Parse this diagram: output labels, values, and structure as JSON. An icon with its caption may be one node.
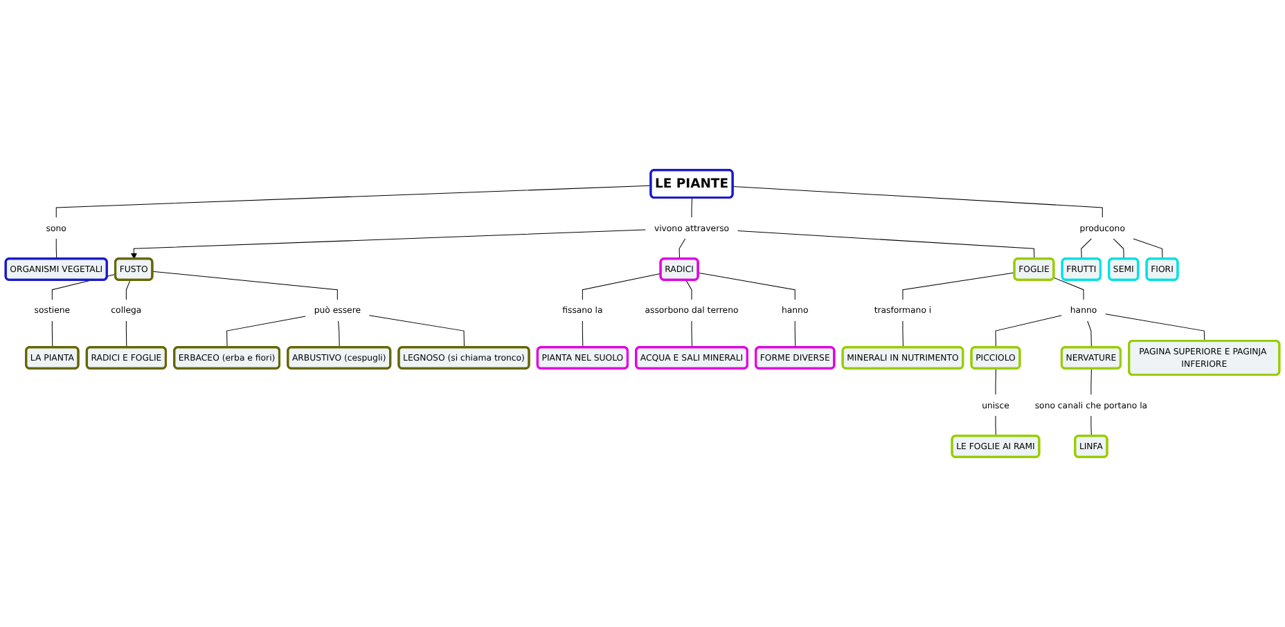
{
  "diagram": {
    "nodes": [
      {
        "text": [
          "LE PIANTE"
        ]
      },
      {
        "text": [
          "sono"
        ]
      },
      {
        "text": [
          "ORGANISMI VEGETALI"
        ]
      },
      {
        "text": [
          "vivono attraverso"
        ]
      },
      {
        "text": [
          "producono"
        ]
      },
      {
        "text": [
          "FUSTO"
        ]
      },
      {
        "text": [
          "RADICI"
        ]
      },
      {
        "text": [
          "FOGLIE"
        ]
      },
      {
        "text": [
          "FRUTTI"
        ]
      },
      {
        "text": [
          "SEMI"
        ]
      },
      {
        "text": [
          "FIORI"
        ]
      },
      {
        "text": [
          "sostiene"
        ]
      },
      {
        "text": [
          "collega"
        ]
      },
      {
        "text": [
          "può essere"
        ]
      },
      {
        "text": [
          "fissano la"
        ]
      },
      {
        "text": [
          "assorbono dal terreno"
        ]
      },
      {
        "text": [
          "hanno"
        ]
      },
      {
        "text": [
          "trasformano i"
        ]
      },
      {
        "text": [
          "hanno"
        ]
      },
      {
        "text": [
          "LA PIANTA"
        ]
      },
      {
        "text": [
          "RADICI E FOGLIE"
        ]
      },
      {
        "text": [
          "ERBACEO (erba e fiori)"
        ]
      },
      {
        "text": [
          "ARBUSTIVO (cespugli)"
        ]
      },
      {
        "text": [
          "LEGNOSO (si chiama tronco)"
        ]
      },
      {
        "text": [
          "PIANTA NEL SUOLO"
        ]
      },
      {
        "text": [
          "ACQUA E SALI MINERALI"
        ]
      },
      {
        "text": [
          "FORME DIVERSE"
        ]
      },
      {
        "text": [
          "MINERALI IN NUTRIMENTO"
        ]
      },
      {
        "text": [
          "PICCIOLO"
        ]
      },
      {
        "text": [
          "NERVATURE"
        ]
      },
      {
        "text": [
          "PAGINA SUPERIORE E PAGINJA INFERIORE"
        ]
      },
      {
        "text": [
          "unisce"
        ]
      },
      {
        "text": [
          "sono canali che portano la"
        ]
      },
      {
        "text": [
          "LE FOGLIE AI RAMI"
        ]
      },
      {
        "text": [
          "LINFA"
        ]
      }
    ],
    "edges": [
      {
        "from": 0,
        "to": 1,
        "arrow": "none"
      },
      {
        "from": 1,
        "to": 2,
        "arrow": "none"
      },
      {
        "from": 0,
        "to": 3,
        "arrow": "none"
      },
      {
        "from": 0,
        "to": 4,
        "arrow": "none"
      },
      {
        "from": 3,
        "to": 5,
        "arrow": "to"
      },
      {
        "from": 3,
        "to": 6,
        "arrow": "none"
      },
      {
        "from": 3,
        "to": 7,
        "arrow": "none"
      },
      {
        "from": 4,
        "to": 8,
        "arrow": "none"
      },
      {
        "from": 4,
        "to": 10,
        "arrow": "none"
      },
      {
        "from": 4,
        "to": 9,
        "arrow": "none"
      },
      {
        "from": 5,
        "to": 11,
        "arrow": "none"
      },
      {
        "from": 5,
        "to": 12,
        "arrow": "none"
      },
      {
        "from": 5,
        "to": 13,
        "arrow": "none"
      },
      {
        "from": 6,
        "to": 14,
        "arrow": "none"
      },
      {
        "from": 6,
        "to": 15,
        "arrow": "none"
      },
      {
        "from": 6,
        "to": 16,
        "arrow": "none"
      },
      {
        "from": 7,
        "to": 17,
        "arrow": "none"
      },
      {
        "from": 7,
        "to": 18,
        "arrow": "none"
      },
      {
        "from": 11,
        "to": 19,
        "arrow": "none"
      },
      {
        "from": 12,
        "to": 20,
        "arrow": "none"
      },
      {
        "from": 13,
        "to": 21,
        "arrow": "none"
      },
      {
        "from": 13,
        "to": 22,
        "arrow": "none"
      },
      {
        "from": 13,
        "to": 23,
        "arrow": "none"
      },
      {
        "from": 14,
        "to": 24,
        "arrow": "none"
      },
      {
        "from": 15,
        "to": 25,
        "arrow": "none"
      },
      {
        "from": 16,
        "to": 26,
        "arrow": "none"
      },
      {
        "from": 17,
        "to": 27,
        "arrow": "none"
      },
      {
        "from": 18,
        "to": 28,
        "arrow": "none"
      },
      {
        "from": 18,
        "to": 30,
        "arrow": "none"
      },
      {
        "from": 18,
        "to": 29,
        "arrow": "none"
      },
      {
        "from": 28,
        "to": 31,
        "arrow": "none"
      },
      {
        "from": 29,
        "to": 32,
        "arrow": "none"
      },
      {
        "from": 31,
        "to": 33,
        "arrow": "none"
      },
      {
        "from": 32,
        "to": 34,
        "arrow": "none"
      }
    ]
  }
}
